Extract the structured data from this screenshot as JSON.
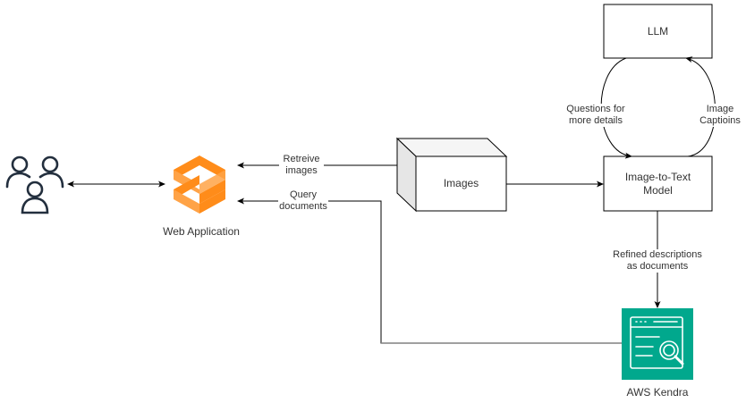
{
  "diagram": {
    "nodes": {
      "users": {
        "label": "",
        "icon": "users-icon"
      },
      "web_app": {
        "label": "Web Application",
        "icon": "web-application-icon",
        "color": "#ff8c1a"
      },
      "images": {
        "label": "Images",
        "shape": "cube"
      },
      "llm": {
        "label": "LLM"
      },
      "image_to_text": {
        "label": "Image-to-Text\nModel"
      },
      "kendra": {
        "label": "AWS Kendra",
        "icon": "kendra-search-icon",
        "color": "#01a88d"
      }
    },
    "edges": {
      "users_web": {
        "label": "",
        "direction": "bidirectional"
      },
      "retrieve_images": {
        "label": "Retreive\nimages",
        "from": "Images",
        "to": "Web Application"
      },
      "query_documents": {
        "label": "Query\ndocuments",
        "from": "AWS Kendra",
        "to": "Web Application"
      },
      "images_to_model": {
        "label": "",
        "from": "Images",
        "to": "Image-to-Text Model"
      },
      "questions": {
        "label": "Questions for\nmore details",
        "from": "LLM",
        "to": "Image-to-Text Model"
      },
      "captions": {
        "label": "Image\nCaptioins",
        "from": "Image-to-Text Model",
        "to": "LLM"
      },
      "refined": {
        "label": "Refined descriptions\nas documents",
        "from": "Image-to-Text Model",
        "to": "AWS Kendra"
      }
    }
  }
}
